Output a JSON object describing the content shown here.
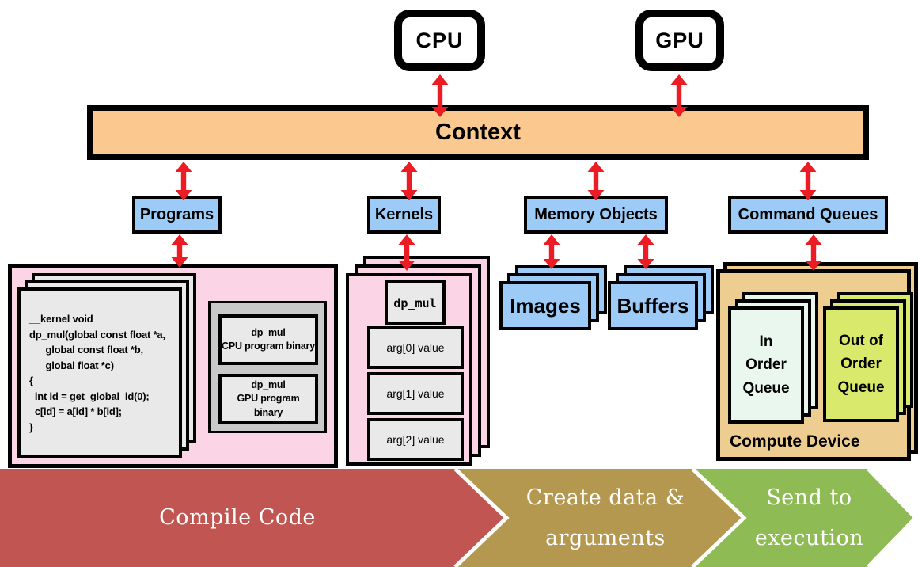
{
  "nodes": {
    "cpu": "CPU",
    "gpu": "GPU",
    "context": "Context"
  },
  "resources": {
    "programs": "Programs",
    "kernels": "Kernels",
    "memory_objects": "Memory Objects",
    "command_queues": "Command Queues"
  },
  "programs_panel": {
    "kernel_source_code": "__kernel void\ndp_mul(global const float *a,\n      global const float *b,\n      global float *c)\n{\n  int id = get_global_id(0);\n  c[id] = a[id] * b[id];\n}",
    "binaries": [
      {
        "name": "dp_mul",
        "target": "CPU program binary"
      },
      {
        "name": "dp_mul",
        "target": "GPU program binary"
      }
    ]
  },
  "kernels_panel": {
    "kernel_name": "dp_mul",
    "args": [
      {
        "label": "arg[0] value"
      },
      {
        "label": "arg[1] value"
      },
      {
        "label": "arg[2] value"
      }
    ]
  },
  "memory_panel": {
    "images_label": "Images",
    "buffers_label": "Buffers"
  },
  "compute_device_panel": {
    "in_order_queue": "In\nOrder\nQueue",
    "out_of_order_queue": "Out of\nOrder\nQueue",
    "device_label": "Compute Device"
  },
  "process_flow": [
    {
      "label": "Compile Code",
      "color": "#C15551"
    },
    {
      "label": "Create data &\narguments",
      "color": "#B49850"
    },
    {
      "label": "Send to\nexecution",
      "color": "#8FBB55"
    }
  ],
  "colors": {
    "arrow_red": "#EC1C24",
    "context_fill": "#FBC98F",
    "resource_fill": "#9BCBF6",
    "programs_panel_fill": "#FBD5E5",
    "card_fill": "#E9E9E9",
    "binary_container_fill": "#C9C9C9",
    "compute_device_fill": "#EDCD90",
    "in_order_fill": "#EAF7EE",
    "out_of_order_fill": "#D9E96B"
  }
}
